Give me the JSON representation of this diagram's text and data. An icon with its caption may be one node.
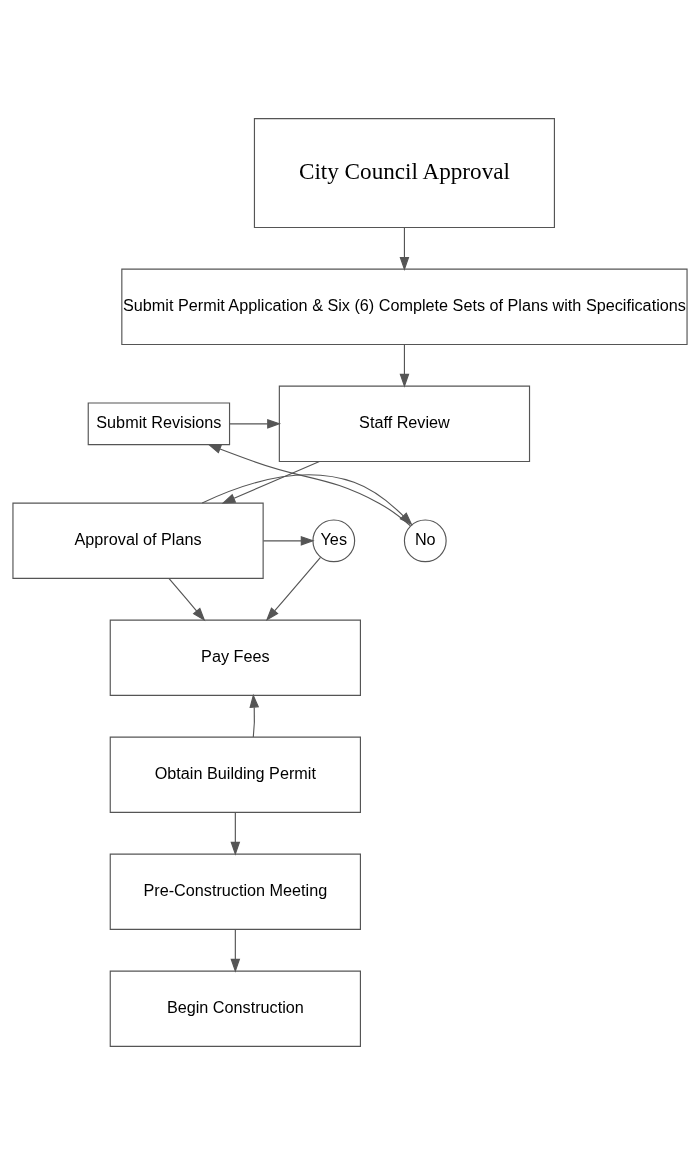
{
  "diagram": {
    "nodes": [
      {
        "text": [
          "City Council Approval"
        ]
      },
      {
        "text": [
          "Submit Permit Application & Six (6) Complete Sets of Plans with Specifications"
        ]
      },
      {
        "text": [
          "Submit Revisions"
        ]
      },
      {
        "text": [
          "Staff Review"
        ]
      },
      {
        "text": [
          "No"
        ]
      },
      {
        "text": [
          "Approval of Plans"
        ]
      },
      {
        "text": [
          "Yes"
        ]
      },
      {
        "text": [
          "Pay Fees"
        ]
      },
      {
        "text": [
          "Obtain Building Permit"
        ]
      },
      {
        "text": [
          "Pre-Construction Meeting"
        ]
      },
      {
        "text": [
          "Begin Construction"
        ]
      }
    ],
    "edges": [
      {
        "from": 0,
        "to": 1,
        "arrow": "to"
      },
      {
        "from": 1,
        "to": 3,
        "arrow": "to"
      },
      {
        "from": 3,
        "to": 5,
        "arrow": "to"
      },
      {
        "from": 5,
        "to": 4,
        "arrow": "to"
      },
      {
        "from": 4,
        "to": 2,
        "arrow": "to"
      },
      {
        "from": 2,
        "to": 3,
        "arrow": "to"
      },
      {
        "from": 5,
        "to": 6,
        "arrow": "to"
      },
      {
        "from": 6,
        "to": 7,
        "arrow": "to"
      },
      {
        "from": 5,
        "to": 7,
        "arrow": "to"
      },
      {
        "from": 8,
        "to": 7,
        "arrow": "to"
      },
      {
        "from": 8,
        "to": 9,
        "arrow": "to"
      },
      {
        "from": 9,
        "to": 10,
        "arrow": "to"
      }
    ]
  }
}
